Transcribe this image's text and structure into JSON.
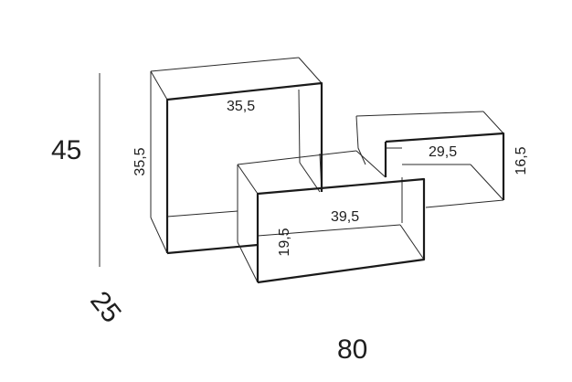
{
  "dimensions": {
    "overall_height": "45",
    "overall_depth": "25",
    "overall_width": "80",
    "cube_height": "35,5",
    "cube_width": "35,5",
    "right_box_width": "29,5",
    "right_box_height": "16,5",
    "front_box_width": "39,5",
    "front_box_height": "19,5"
  },
  "colors": {
    "line": "#2a2a2a",
    "text": "#1e1e1e",
    "background": "#ffffff"
  }
}
